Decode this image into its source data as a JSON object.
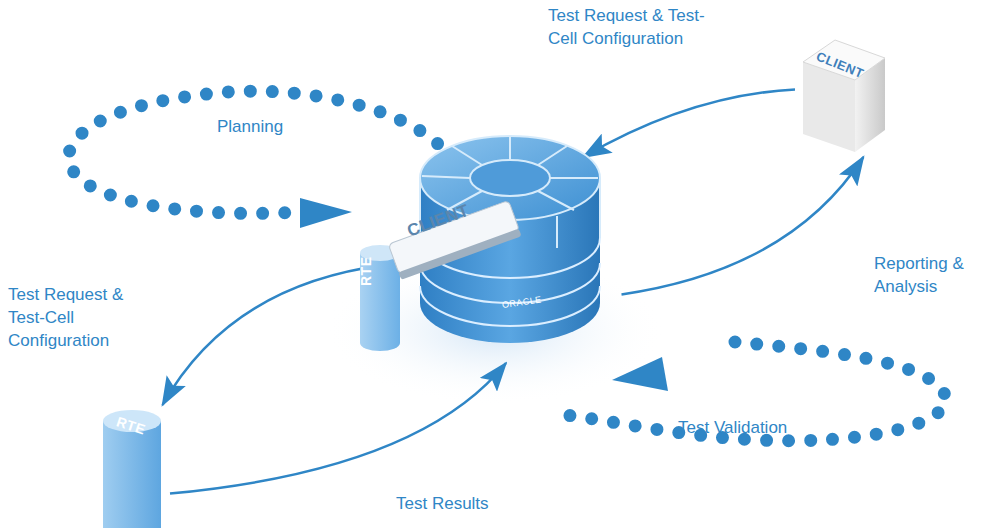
{
  "diagram": {
    "nodes": [
      {
        "text": [
          "RTE",
          "CLIENT",
          "ORACLE"
        ]
      },
      {
        "text": [
          "CLIENT"
        ]
      },
      {
        "text": [
          "RTE"
        ]
      }
    ],
    "edges": [
      {
        "from": 1,
        "to": 0,
        "arrow": "to",
        "label": "Test Request & Test-Cell Configuration"
      },
      {
        "from": 0,
        "to": 1,
        "arrow": "to",
        "label": "Reporting & Analysis"
      },
      {
        "from": 0,
        "to": 2,
        "arrow": "to",
        "label": "Test Request & Test-Cell Configuration"
      },
      {
        "from": 2,
        "to": 0,
        "arrow": "to",
        "label": "Test Results"
      }
    ],
    "labels": [
      "Planning",
      "Test Validation"
    ]
  }
}
